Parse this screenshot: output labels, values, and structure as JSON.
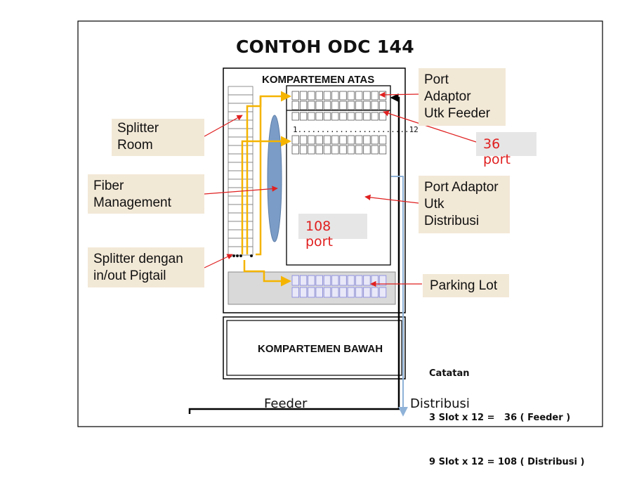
{
  "title": "CONTOH ODC 144",
  "compartments": {
    "upper": "KOMPARTEMEN ATAS",
    "lower": "KOMPARTEMEN BAWAH"
  },
  "labels": {
    "splitter_room": [
      "Splitter",
      "Room"
    ],
    "fiber_management": [
      "Fiber",
      "Management"
    ],
    "splitter_pigtail": [
      "Splitter dengan",
      "in/out Pigtail"
    ],
    "port_feeder": [
      "Port",
      "Adaptor",
      "Utk Feeder"
    ],
    "port_distribusi": [
      "Port Adaptor",
      "Utk",
      "Distribusi"
    ],
    "parking_lot": "Parking Lot"
  },
  "counts": {
    "feeder_ports": "36 port",
    "distribution_ports": "108 port"
  },
  "port_numbering": "1........................12",
  "notes": {
    "heading": "Catatan",
    "line1": "3 Slot x 12 =   36 ( Feeder )",
    "line2": "9 Slot x 12 = 108 ( Distribusi )"
  },
  "bottom": {
    "feeder": "Feeder",
    "distribusi": "Distribusi"
  },
  "colors": {
    "arrow_red": "#e02020",
    "patch_yellow": "#f5b400",
    "fiber_blue": "#7a9cc6",
    "label_bg": "#f2e8d6",
    "count_bg": "#e6e6e6",
    "parking_bg": "#d9d9d9",
    "parking_port": "#8080e0",
    "distribusi_line": "#8fb2d8"
  }
}
